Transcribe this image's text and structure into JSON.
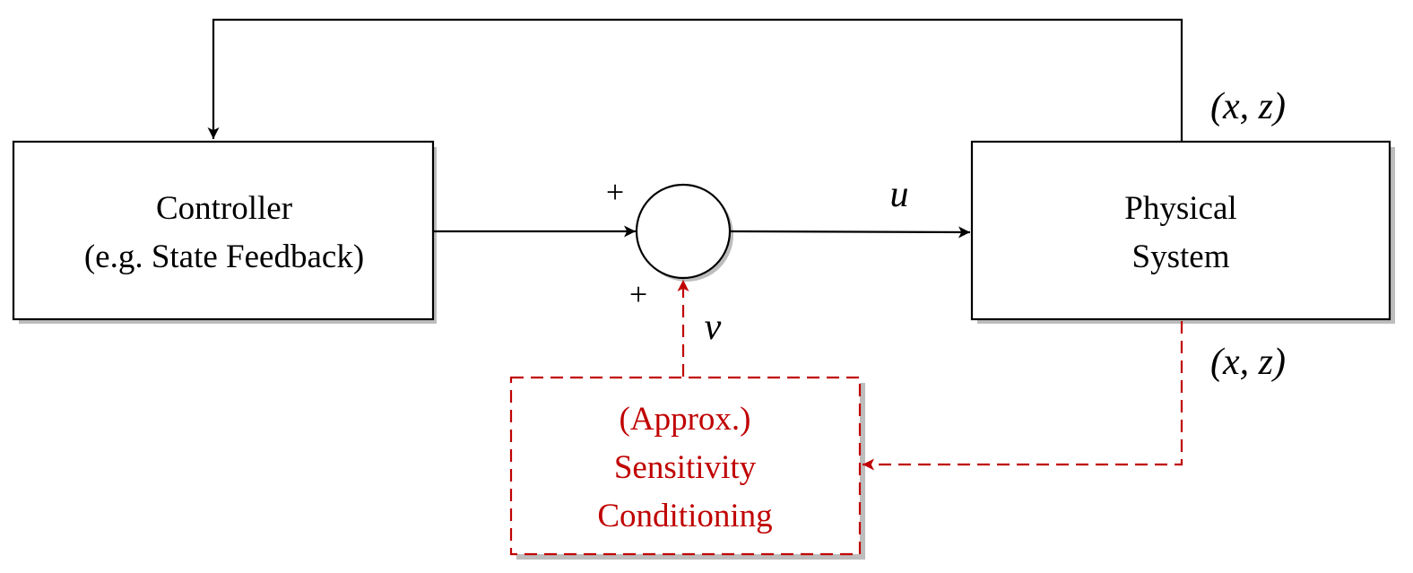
{
  "controller": {
    "line1": "Controller",
    "line2": "(e.g. State Feedback)"
  },
  "plant": {
    "line1": "Physical",
    "line2": "System"
  },
  "sensitivity": {
    "line1": "(Approx.)",
    "line2": "Sensitivity",
    "line3": "Conditioning"
  },
  "summing_junction": {
    "sign_top": "+",
    "sign_bottom": "+"
  },
  "signals": {
    "u": "u",
    "v": "v",
    "state_feedback": "(x, z)",
    "state_sensitivity": "(x, z)"
  },
  "colors": {
    "primary": "#000000",
    "accent": "#c00000",
    "shadow": "#b8b8b8"
  }
}
